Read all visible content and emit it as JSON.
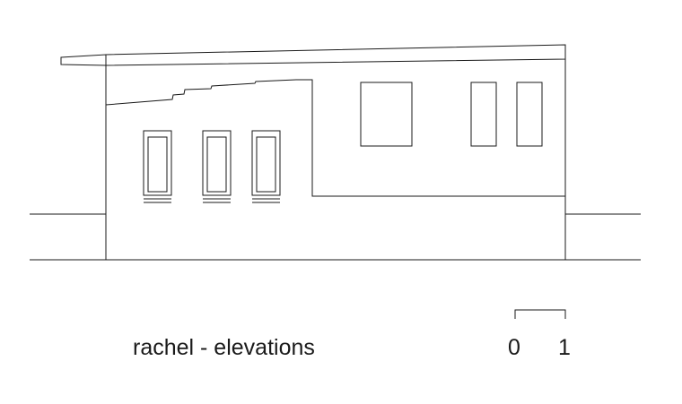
{
  "drawing": {
    "title": "rachel - elevations",
    "scale_bar": {
      "start_label": "0",
      "end_label": "1"
    },
    "line_color": "#1a1a1a",
    "background_color": "#ffffff"
  }
}
